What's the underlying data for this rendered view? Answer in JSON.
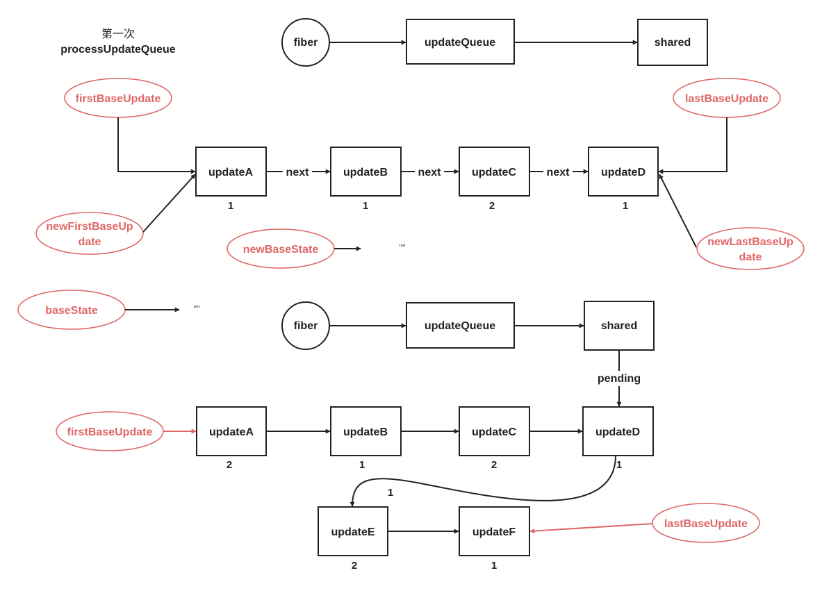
{
  "title": {
    "line1": "第一次",
    "line2": "processUpdateQueue"
  },
  "top": {
    "fiber": "fiber",
    "updateQueue": "updateQueue",
    "shared": "shared",
    "firstBaseUpdate": "firstBaseUpdate",
    "lastBaseUpdate": "lastBaseUpdate",
    "newFirstBaseUpdate": {
      "line1": "newFirstBaseUp",
      "line2": "date"
    },
    "newLastBaseUpdate": {
      "line1": "newLastBaseUp",
      "line2": "date"
    },
    "newBaseState": "newBaseState",
    "newBaseStateValue": "\"\"",
    "updates": [
      {
        "label": "updateA",
        "lane": "1"
      },
      {
        "label": "updateB",
        "lane": "1"
      },
      {
        "label": "updateC",
        "lane": "2"
      },
      {
        "label": "updateD",
        "lane": "1"
      }
    ],
    "nextLabel": "next"
  },
  "bottom": {
    "baseState": "baseState",
    "baseStateValue": "\"\"",
    "fiber": "fiber",
    "updateQueue": "updateQueue",
    "shared": "shared",
    "pending": "pending",
    "firstBaseUpdate": "firstBaseUpdate",
    "lastBaseUpdate": "lastBaseUpdate",
    "updates": [
      {
        "label": "updateA",
        "lane": "2"
      },
      {
        "label": "updateB",
        "lane": "1"
      },
      {
        "label": "updateC",
        "lane": "2"
      },
      {
        "label": "updateD",
        "lane": "1"
      }
    ],
    "loopLabel": "1",
    "second_row": [
      {
        "label": "updateE",
        "lane": "2"
      },
      {
        "label": "updateF",
        "lane": "1"
      }
    ]
  }
}
